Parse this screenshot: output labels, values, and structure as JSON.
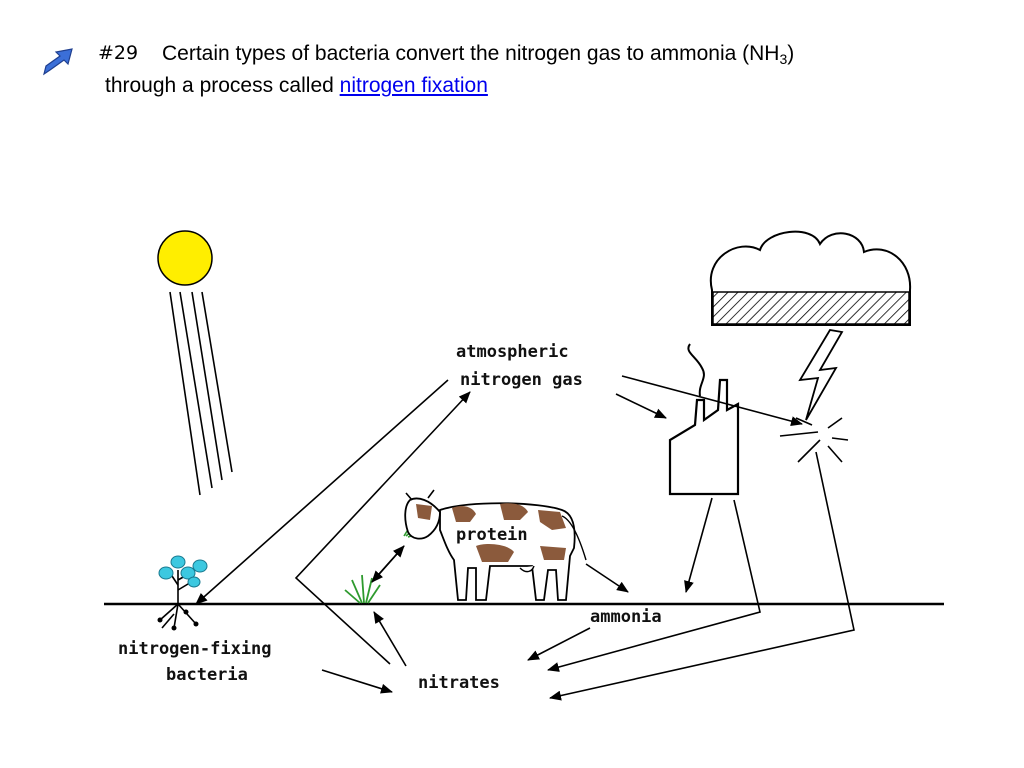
{
  "header": {
    "slide_number": "#29",
    "line1_text": "Certain types of bacteria convert the nitrogen gas to ammonia (NH",
    "subscript": "3",
    "line1_close": ")",
    "line2_text": "through a process called ",
    "link_text": "nitrogen fixation"
  },
  "diagram": {
    "labels": {
      "atmospheric": "atmospheric",
      "nitrogen_gas": "nitrogen gas",
      "protein": "protein",
      "ammonia": "ammonia",
      "nitrogen_fixing": "nitrogen-fixing",
      "bacteria": "bacteria",
      "nitrates": "nitrates"
    },
    "colors": {
      "sun": "#ffee00",
      "plant_leaves": "#3cc8e0",
      "grass": "#2e9a2e",
      "cow_spots": "#8b5a3c",
      "nav_arrow": "#3b6fd8"
    }
  }
}
